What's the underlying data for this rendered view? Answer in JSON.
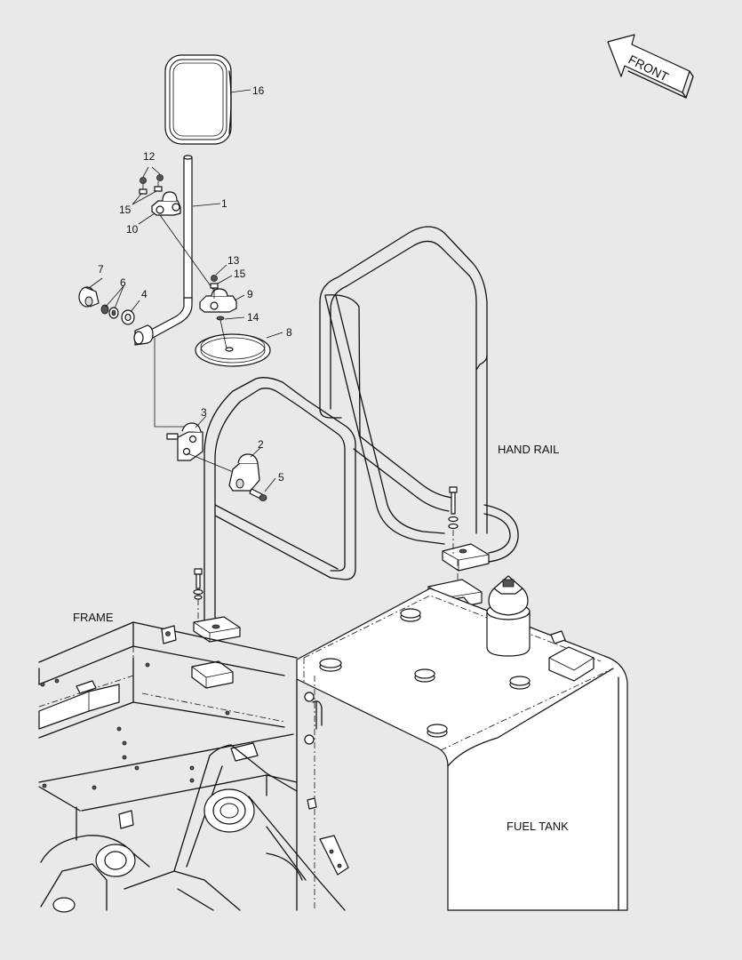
{
  "labels": {
    "front": "FRONT",
    "hand_rail": "HAND RAIL",
    "frame": "FRAME",
    "fuel_tank": "FUEL TANK"
  },
  "callouts": {
    "p1": "1",
    "p2": "2",
    "p3": "3",
    "p4": "4",
    "p5": "5",
    "p6": "6",
    "p7": "7",
    "p8": "8",
    "p9": "9",
    "p10": "10",
    "p12": "12",
    "p13": "13",
    "p14": "14",
    "p15a": "15",
    "p15b": "15",
    "p16": "16"
  }
}
